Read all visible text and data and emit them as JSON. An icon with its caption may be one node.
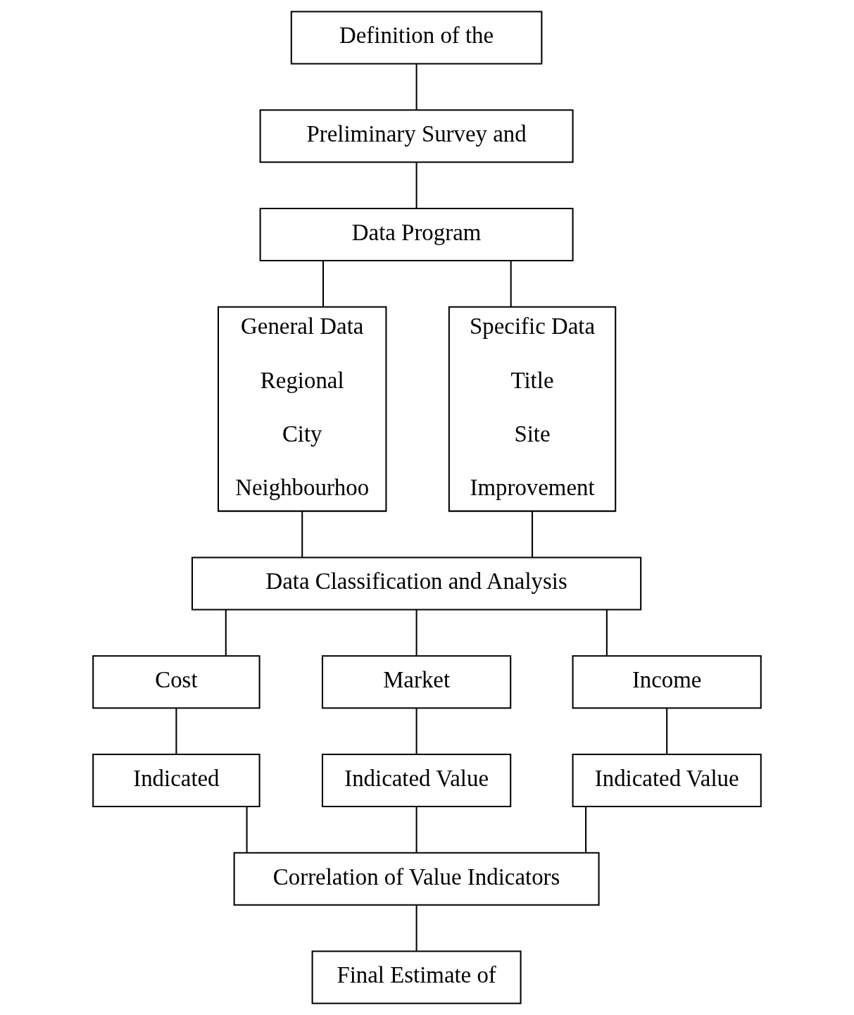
{
  "diagram": {
    "nodes": [
      {
        "text": [
          "Definition of the"
        ]
      },
      {
        "text": [
          "Preliminary Survey and"
        ]
      },
      {
        "text": [
          "Data Program"
        ]
      },
      {
        "text": [
          "General Data",
          "Regional",
          "City",
          "Neighbourhoo"
        ]
      },
      {
        "text": [
          "Specific Data",
          "Title",
          "Site",
          "Improvement"
        ]
      },
      {
        "text": [
          "Data Classification and Analysis"
        ]
      },
      {
        "text": [
          "Cost"
        ]
      },
      {
        "text": [
          "Market"
        ]
      },
      {
        "text": [
          "Income"
        ]
      },
      {
        "text": [
          "Indicated"
        ]
      },
      {
        "text": [
          "Indicated Value"
        ]
      },
      {
        "text": [
          "Indicated Value"
        ]
      },
      {
        "text": [
          "Correlation of Value Indicators"
        ]
      },
      {
        "text": [
          "Final Estimate of"
        ]
      }
    ],
    "edges": [
      {
        "from": 0,
        "to": 1,
        "arrow": "none"
      },
      {
        "from": 1,
        "to": 2,
        "arrow": "none"
      },
      {
        "from": 2,
        "to": 3,
        "arrow": "none"
      },
      {
        "from": 2,
        "to": 4,
        "arrow": "none"
      },
      {
        "from": 3,
        "to": 5,
        "arrow": "none"
      },
      {
        "from": 4,
        "to": 5,
        "arrow": "none"
      },
      {
        "from": 5,
        "to": 6,
        "arrow": "none"
      },
      {
        "from": 5,
        "to": 7,
        "arrow": "none"
      },
      {
        "from": 5,
        "to": 8,
        "arrow": "none"
      },
      {
        "from": 6,
        "to": 9,
        "arrow": "none"
      },
      {
        "from": 7,
        "to": 10,
        "arrow": "none"
      },
      {
        "from": 8,
        "to": 11,
        "arrow": "none"
      },
      {
        "from": 9,
        "to": 12,
        "arrow": "none"
      },
      {
        "from": 10,
        "to": 12,
        "arrow": "none"
      },
      {
        "from": 11,
        "to": 12,
        "arrow": "none"
      },
      {
        "from": 12,
        "to": 13,
        "arrow": "none"
      }
    ]
  }
}
